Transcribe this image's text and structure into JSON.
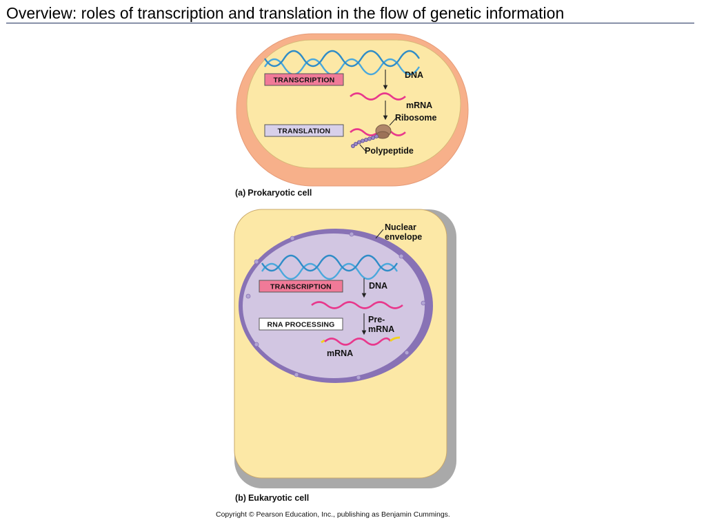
{
  "slide": {
    "title": "Overview: roles of transcription and translation in the flow of genetic information"
  },
  "panel_a": {
    "caption_letter": "(a)",
    "caption_text": "Prokaryotic cell",
    "process_labels": {
      "transcription": "TRANSCRIPTION",
      "translation": "TRANSLATION"
    },
    "molecule_labels": {
      "dna": "DNA",
      "mrna": "mRNA",
      "ribosome": "Ribosome",
      "polypeptide": "Polypeptide"
    }
  },
  "panel_b": {
    "caption_letter": "(b)",
    "caption_text": "Eukaryotic cell",
    "nuclear_envelope": [
      "Nuclear",
      "envelope"
    ],
    "process_labels": {
      "transcription": "TRANSCRIPTION",
      "rna_processing": "RNA PROCESSING"
    },
    "molecule_labels": {
      "dna": "DNA",
      "pre_mrna": [
        "Pre-",
        "mRNA"
      ],
      "mrna": "mRNA"
    }
  },
  "copyright": "Copyright © Pearson Education, Inc., publishing as Benjamin Cummings.",
  "colors": {
    "cytoplasm": "#fce8a6",
    "cell_wall": "#f7b08a",
    "cell_shadow": "#a9a9a9",
    "nucleus": "#d2c6e2",
    "nuclear_envelope": "#8872b5",
    "dna": "#4aa8dc",
    "mrna": "#e8388c",
    "mrna_cap": "#f1d11c",
    "transcription_box": "#f07a98",
    "translation_box": "#d8d0ea",
    "ribosome": "#b0866a",
    "polypeptide": "#9a88c8"
  }
}
